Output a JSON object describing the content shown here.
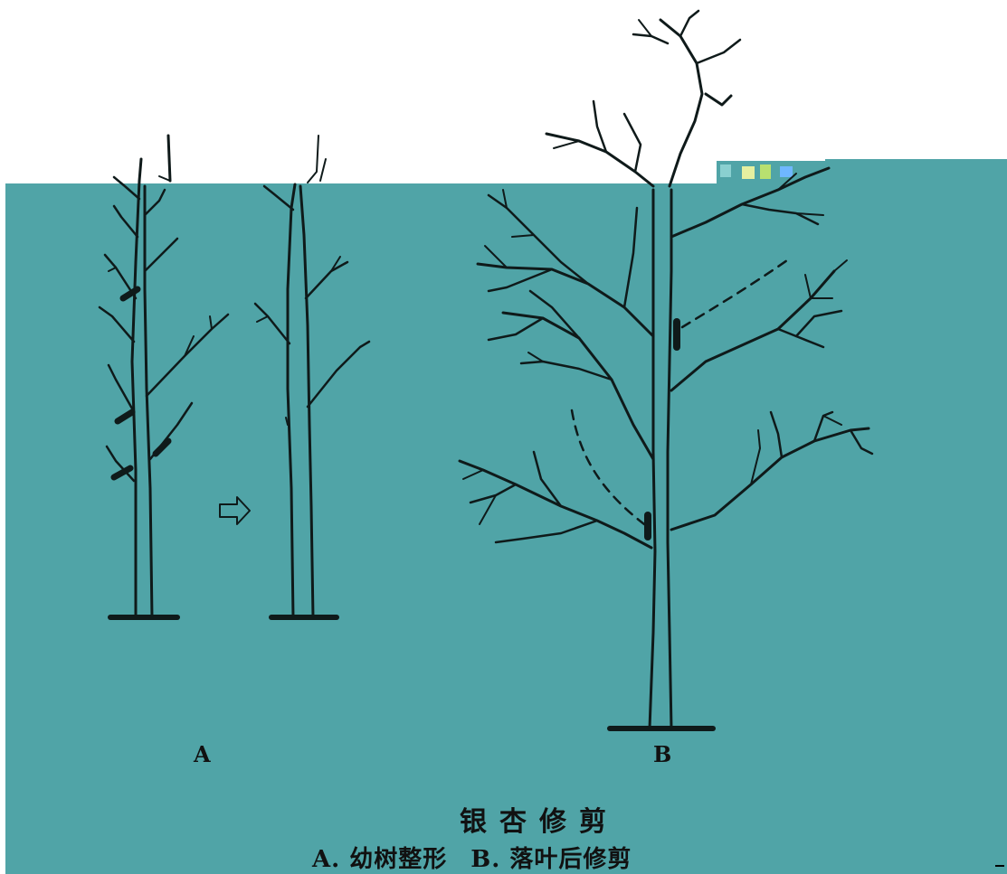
{
  "labels": {
    "a": "A",
    "b": "B"
  },
  "caption": {
    "title": "银杏修剪",
    "part_a": "A. 幼树整形",
    "part_b": "B. 落叶后修剪"
  },
  "colors": {
    "teal": "#50a4a7",
    "ink": "#0f1a1a",
    "paper": "#ffffff"
  },
  "icons": {
    "arrow": "hollow-right-arrow-icon"
  }
}
